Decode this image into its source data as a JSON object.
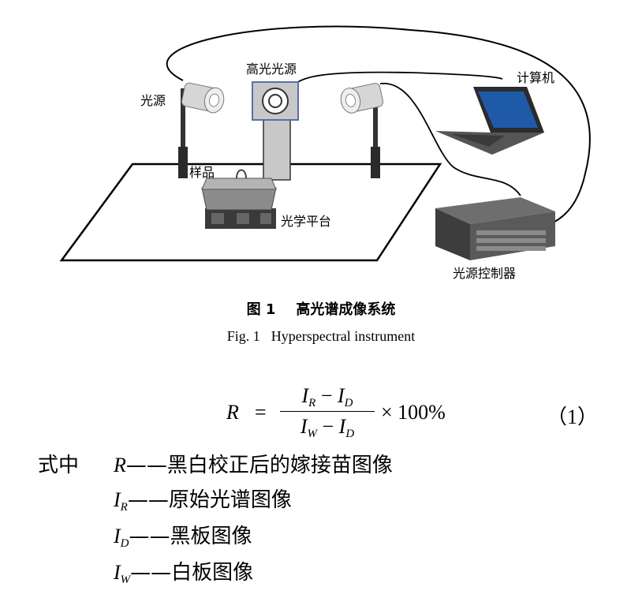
{
  "figure": {
    "labels": {
      "light_source_left": "光源",
      "hyperspectral_source": "高光光源",
      "computer": "计算机",
      "sample": "样品",
      "optical_platform": "光学平台",
      "light_controller": "光源控制器"
    }
  },
  "caption": {
    "cn_number": "图 1",
    "cn_title": "高光谱成像系统",
    "en_number": "Fig. 1",
    "en_title": "Hyperspectral instrument"
  },
  "equation": {
    "lhs": "R",
    "equals": "=",
    "numerator": {
      "a": "I",
      "a_sub": "R",
      "op": " − ",
      "b": "I",
      "b_sub": "D"
    },
    "denominator": {
      "a": "I",
      "a_sub": "W",
      "op": " − ",
      "b": "I",
      "b_sub": "D"
    },
    "factor": "× 100%",
    "number": "（1）"
  },
  "legend": {
    "intro": "式中",
    "items": [
      {
        "sym": "R",
        "sub": "",
        "desc": "——黑白校正后的嫁接苗图像"
      },
      {
        "sym": "I",
        "sub": "R",
        "desc": "——原始光谱图像"
      },
      {
        "sym": "I",
        "sub": "D",
        "desc": "——黑板图像"
      },
      {
        "sym": "I",
        "sub": "W",
        "desc": "——白板图像"
      }
    ]
  }
}
